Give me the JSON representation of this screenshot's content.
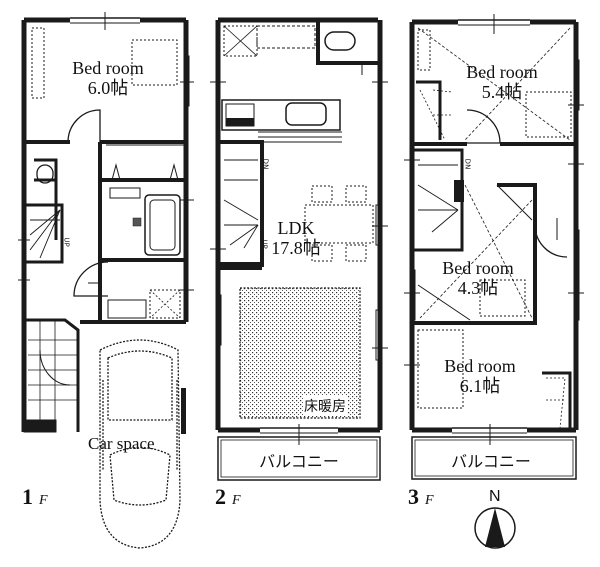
{
  "floors": [
    {
      "id": "1F",
      "label_number": "1",
      "label_suffix": "F",
      "rooms": [
        {
          "name": "Bed room",
          "size": "6.0帖"
        }
      ],
      "car_space": "Car space",
      "stair_tag": "UP"
    },
    {
      "id": "2F",
      "label_number": "2",
      "label_suffix": "F",
      "rooms": [
        {
          "name": "LDK",
          "size": "17.8帖"
        }
      ],
      "floor_heating": "床暖房",
      "balcony": "バルコニー",
      "stair_tags": [
        "DN",
        "UP"
      ]
    },
    {
      "id": "3F",
      "label_number": "3",
      "label_suffix": "F",
      "rooms": [
        {
          "name": "Bed room",
          "size": "5.4帖"
        },
        {
          "name": "Bed room",
          "size": "4.3帖"
        },
        {
          "name": "Bed room",
          "size": "6.1帖"
        }
      ],
      "balcony": "バルコニー",
      "stair_tag": "DN"
    }
  ],
  "compass": {
    "label": "N"
  },
  "colors": {
    "wall": "#1a1a1a",
    "line": "#222222",
    "background": "#ffffff"
  }
}
